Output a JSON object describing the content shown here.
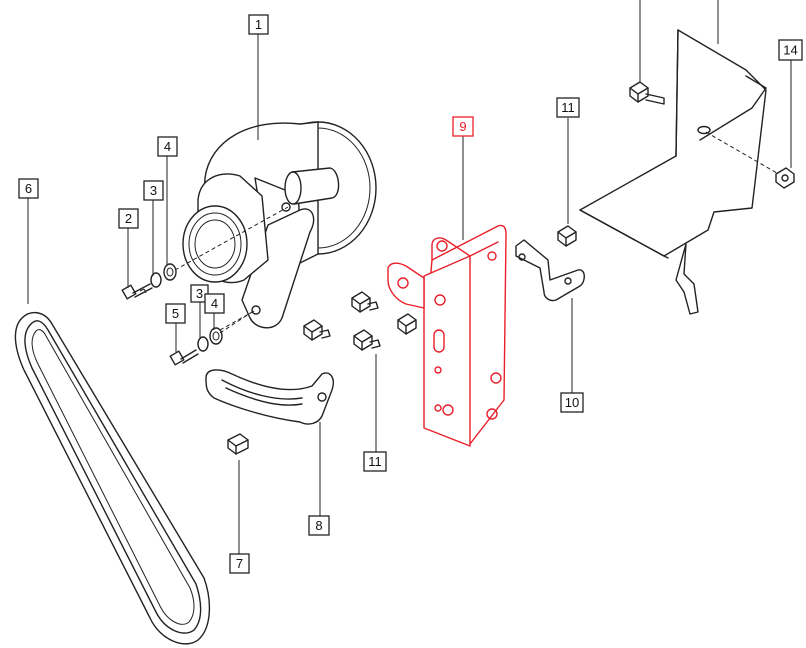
{
  "highlight_color": "#e8202a",
  "line_color": "#222222",
  "highlighted_part": "9",
  "callouts": {
    "c1": "1",
    "c2": "2",
    "c3a": "3",
    "c3b": "3",
    "c4a": "4",
    "c4b": "4",
    "c5": "5",
    "c6": "6",
    "c7": "7",
    "c8": "8",
    "c9": "9",
    "c10": "10",
    "c11a": "11",
    "c11b": "11",
    "c14": "14"
  }
}
